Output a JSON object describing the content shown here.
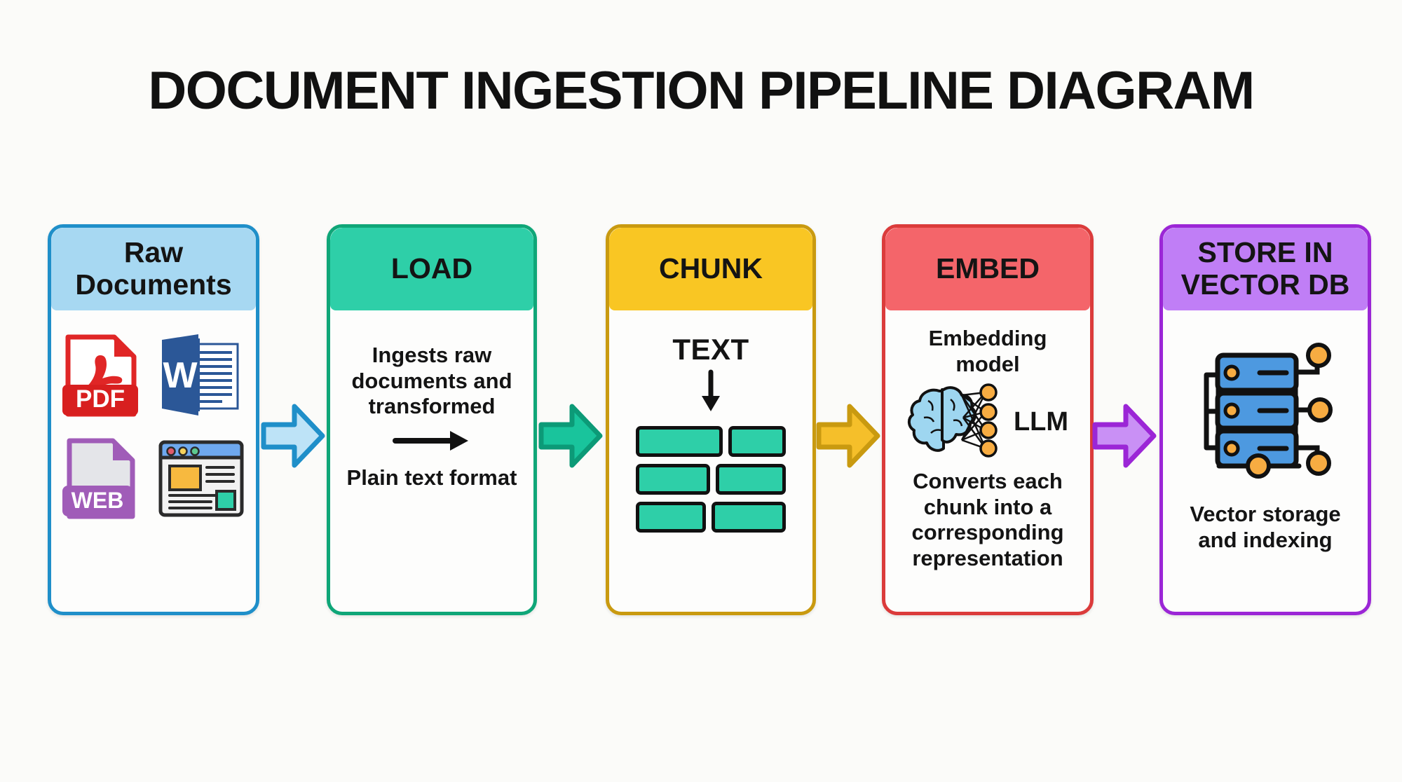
{
  "title": "DOCUMENT INGESTION PIPELINE DIAGRAM",
  "colors": {
    "background": "#fbfbf9",
    "panel_1_header": "#a7d8f2",
    "panel_1_border": "#1f8fc9",
    "panel_2_header": "#2ecfa8",
    "panel_2_border": "#0fa678",
    "panel_3_header": "#f9c623",
    "panel_3_border": "#c99a10",
    "panel_4_header": "#f4656a",
    "panel_4_border": "#db3b3b",
    "panel_5_header": "#c07ef6",
    "panel_5_border": "#9b26d6",
    "chunk_block": "#2ecfa8",
    "node_orange": "#f7ac42",
    "server_blue": "#4d99e0",
    "brain_blue": "#9ed6f0"
  },
  "panels": [
    {
      "id": "raw-documents",
      "header": "Raw\nDocuments",
      "header_line_1": "Raw",
      "header_line_2": "Documents",
      "icons": [
        {
          "name": "pdf-file-icon",
          "label": "PDF"
        },
        {
          "name": "word-document-icon",
          "label": "W"
        },
        {
          "name": "web-file-icon",
          "label": "WEB"
        },
        {
          "name": "browser-window-icon",
          "label": ""
        }
      ]
    },
    {
      "id": "load",
      "header": "LOAD",
      "text_top": "Ingests raw documents and transformed",
      "arrow": "right-arrow-icon",
      "text_bottom": "Plain text format"
    },
    {
      "id": "chunk",
      "header": "CHUNK",
      "text_label": "TEXT",
      "arrow": "down-arrow-icon",
      "chunk_count": 6,
      "chunk_widths": [
        124,
        82,
        106,
        100,
        100,
        106
      ]
    },
    {
      "id": "embed",
      "header": "EMBED",
      "text_top": "Embedding model",
      "llm_label": "LLM",
      "icon": "brain-neural-network-icon",
      "text_bottom": "Converts each chunk into a corresponding representation"
    },
    {
      "id": "store-in-vector-db",
      "header": "STORE IN\nVECTOR DB",
      "header_line_1": "STORE IN",
      "header_line_2": "VECTOR DB",
      "icon": "database-server-stack-icon",
      "text_bottom": "Vector storage and indexing"
    }
  ],
  "arrows": [
    {
      "name": "flow-arrow-1",
      "fill": "#bde3f7",
      "stroke": "#1f8fc9"
    },
    {
      "name": "flow-arrow-2",
      "fill": "#19c49c",
      "stroke": "#0c9a77"
    },
    {
      "name": "flow-arrow-3",
      "fill": "#f5bf2a",
      "stroke": "#c99a10"
    },
    {
      "name": "flow-arrow-4",
      "fill": "#c990f5",
      "stroke": "#9b26d6"
    }
  ]
}
